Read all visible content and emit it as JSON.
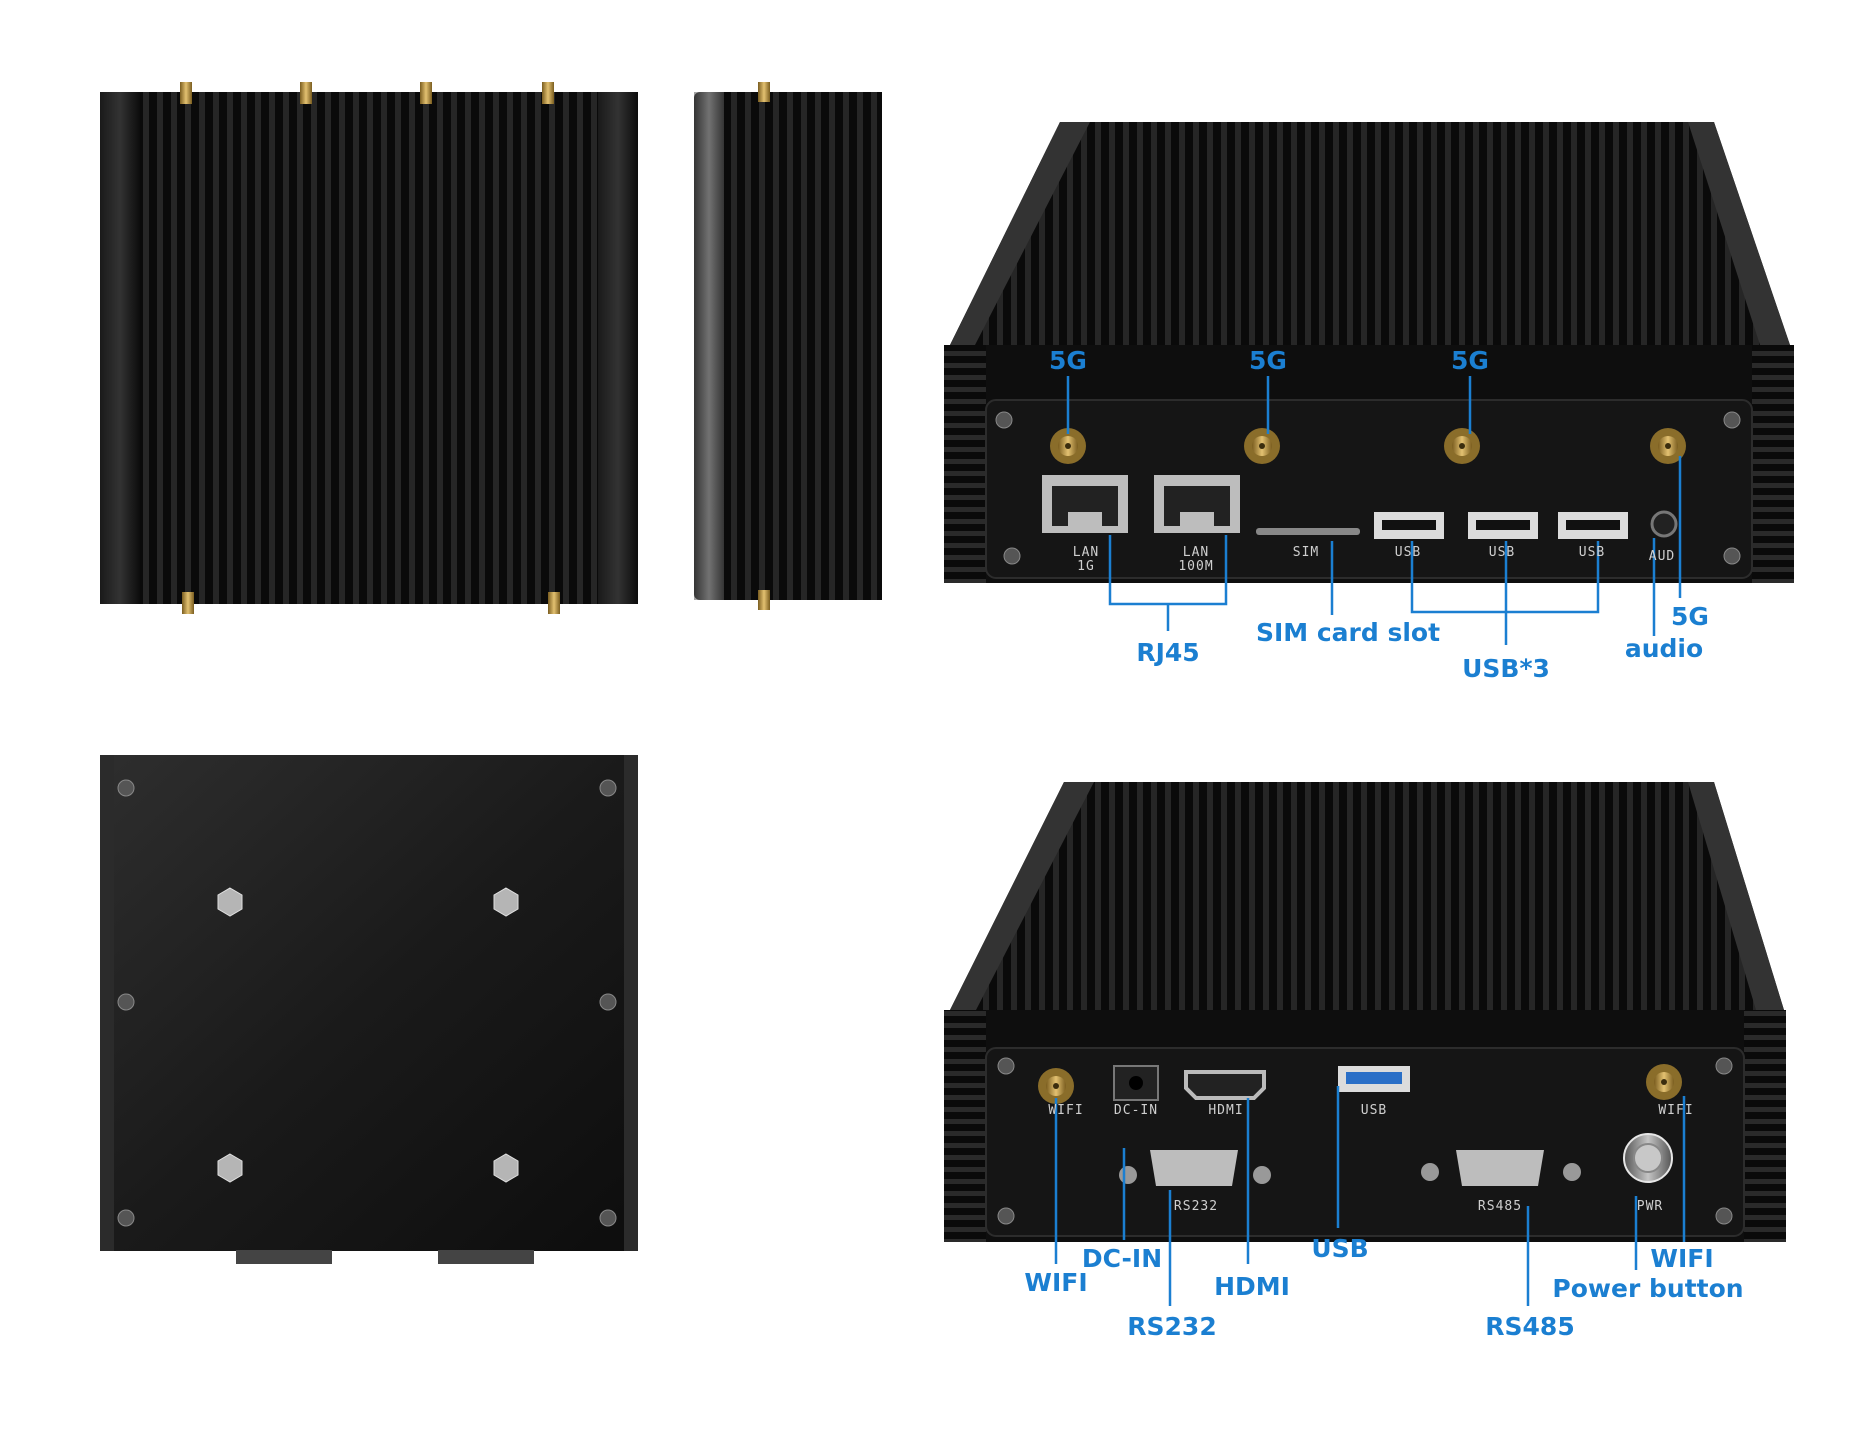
{
  "labels": {
    "top_5g": "5G",
    "rj45": "RJ45",
    "sim": "SIM card slot",
    "usb3": "USB*3",
    "side_5g": "5G",
    "audio": "audio",
    "wifi": "WIFI",
    "dcin": "DC-IN",
    "hdmi": "HDMI",
    "rs232": "RS232",
    "usb": "USB",
    "rs485": "RS485",
    "wifi2": "WIFI",
    "power": "Power button"
  },
  "panel_text": {
    "lan1": "LAN\n1G",
    "lan2": "LAN\n100M",
    "sim": "SIM",
    "usb": "USB",
    "aud": "AUD",
    "wifi": "WIFI",
    "dcin": "DC-IN",
    "hdmi": "HDMI",
    "usb_front": "USB",
    "rs232": "RS232",
    "rs485": "RS485",
    "pwr": "PWR",
    "wifi2": "WIFI"
  },
  "colors": {
    "label": "#1b7fd1",
    "line": "#1b7fd1",
    "metal": "#111111",
    "brass": "#c9a34a"
  }
}
